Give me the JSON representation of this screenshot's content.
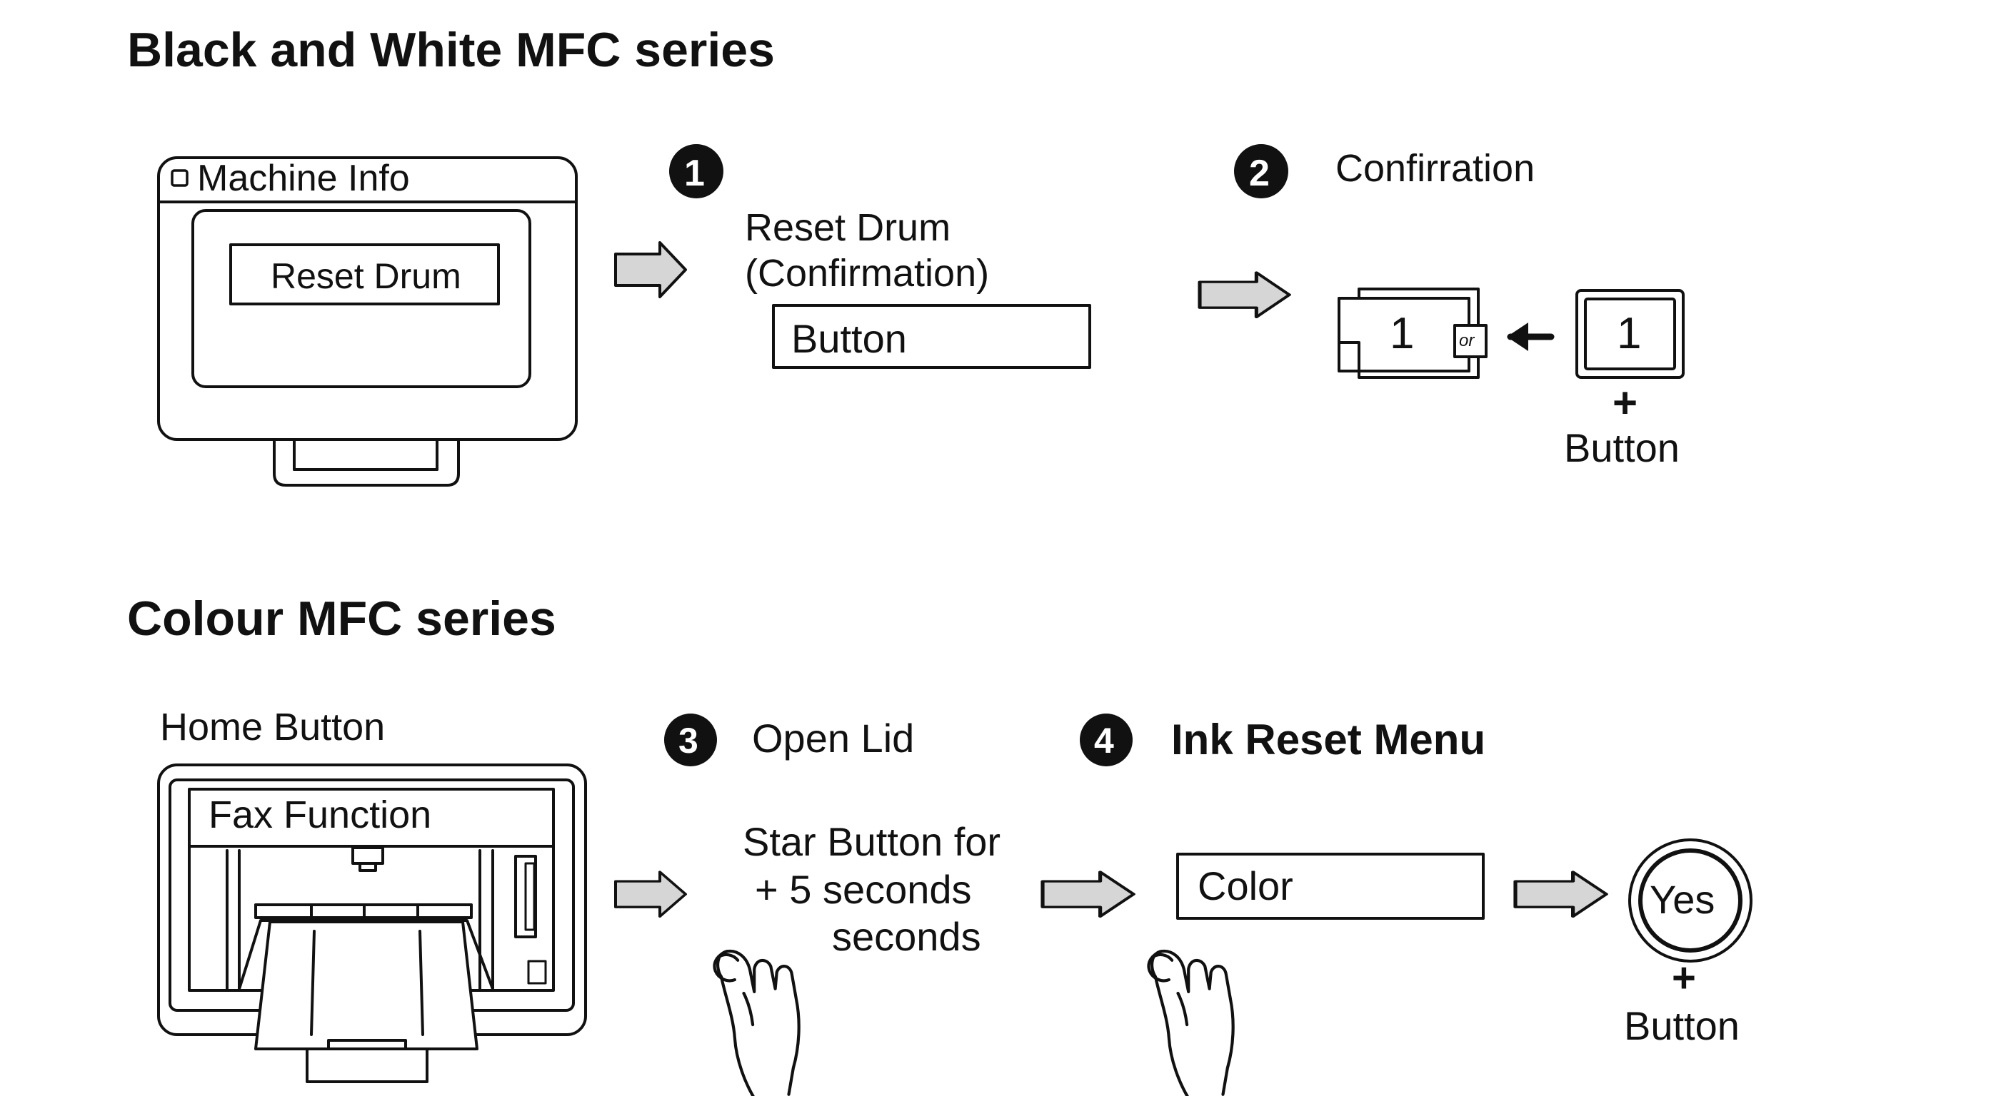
{
  "bw_section": {
    "title": "Black and White MFC series",
    "screen_title": "Machine Info",
    "screen_button": "Reset Drum",
    "step1": {
      "number": "1",
      "label_line1": "Reset Drum",
      "label_line2": "(Confirmation)",
      "button": "Button"
    },
    "step2": {
      "number": "2",
      "label": "Confirration",
      "key_left": "1",
      "key_small": "or",
      "key_right": "1",
      "plus": "+",
      "button": "Button"
    }
  },
  "colour_section": {
    "title": "Colour MFC series",
    "home_label": "Home Button",
    "panel_label": "Fax Function",
    "step3": {
      "number": "3",
      "label": "Open Lid",
      "instr_line1": "Star Button for",
      "instr_line2": "+ 5 seconds",
      "instr_line3": "seconds"
    },
    "step4": {
      "number": "4",
      "label": "Ink Reset Menu",
      "field": "Color",
      "yes": "Yes",
      "plus": "+",
      "button": "Button"
    }
  },
  "icons": [
    "arrow-right-icon",
    "arrow-left-icon",
    "finger-press-icon",
    "printer-icon",
    "monitor-icon",
    "plus-icon"
  ],
  "colors": {
    "ink": "#111111",
    "arrow_fill": "#d6d6d6",
    "badge": "#111111",
    "background": "#ffffff"
  }
}
